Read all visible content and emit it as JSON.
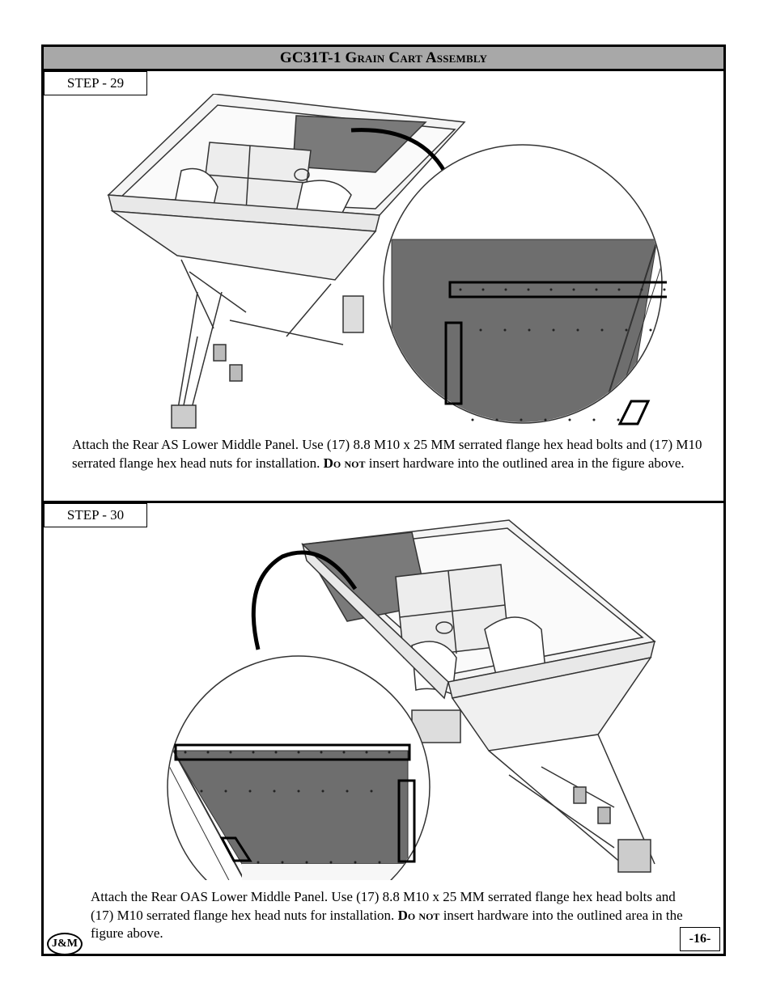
{
  "header": {
    "title": "GC31T-1 Grain Cart Assembly"
  },
  "steps": [
    {
      "label": "STEP - 29",
      "instruction_pre": "Attach the Rear AS Lower Middle Panel. Use (17) 8.8 M10 x 25 MM serrated flange hex head bolts and (17) M10 serrated flange hex head nuts for installation. ",
      "instruction_emph": "Do not",
      "instruction_post": " insert hardware into the outlined area in the figure above."
    },
    {
      "label": "STEP - 30",
      "instruction_pre": "Attach the Rear OAS Lower Middle Panel. Use (17) 8.8 M10 x 25 MM serrated flange hex head bolts and (17) M10 serrated flange hex head nuts for installation. ",
      "instruction_emph": "Do not",
      "instruction_post": " insert hardware into the outlined area in the figure above."
    }
  ],
  "footer": {
    "logo_text": "J&M",
    "page_number": "-16-"
  },
  "colors": {
    "title_bar": "#a8a8a8",
    "panel_gray": "#6e6e6e",
    "frame": "#000000"
  }
}
